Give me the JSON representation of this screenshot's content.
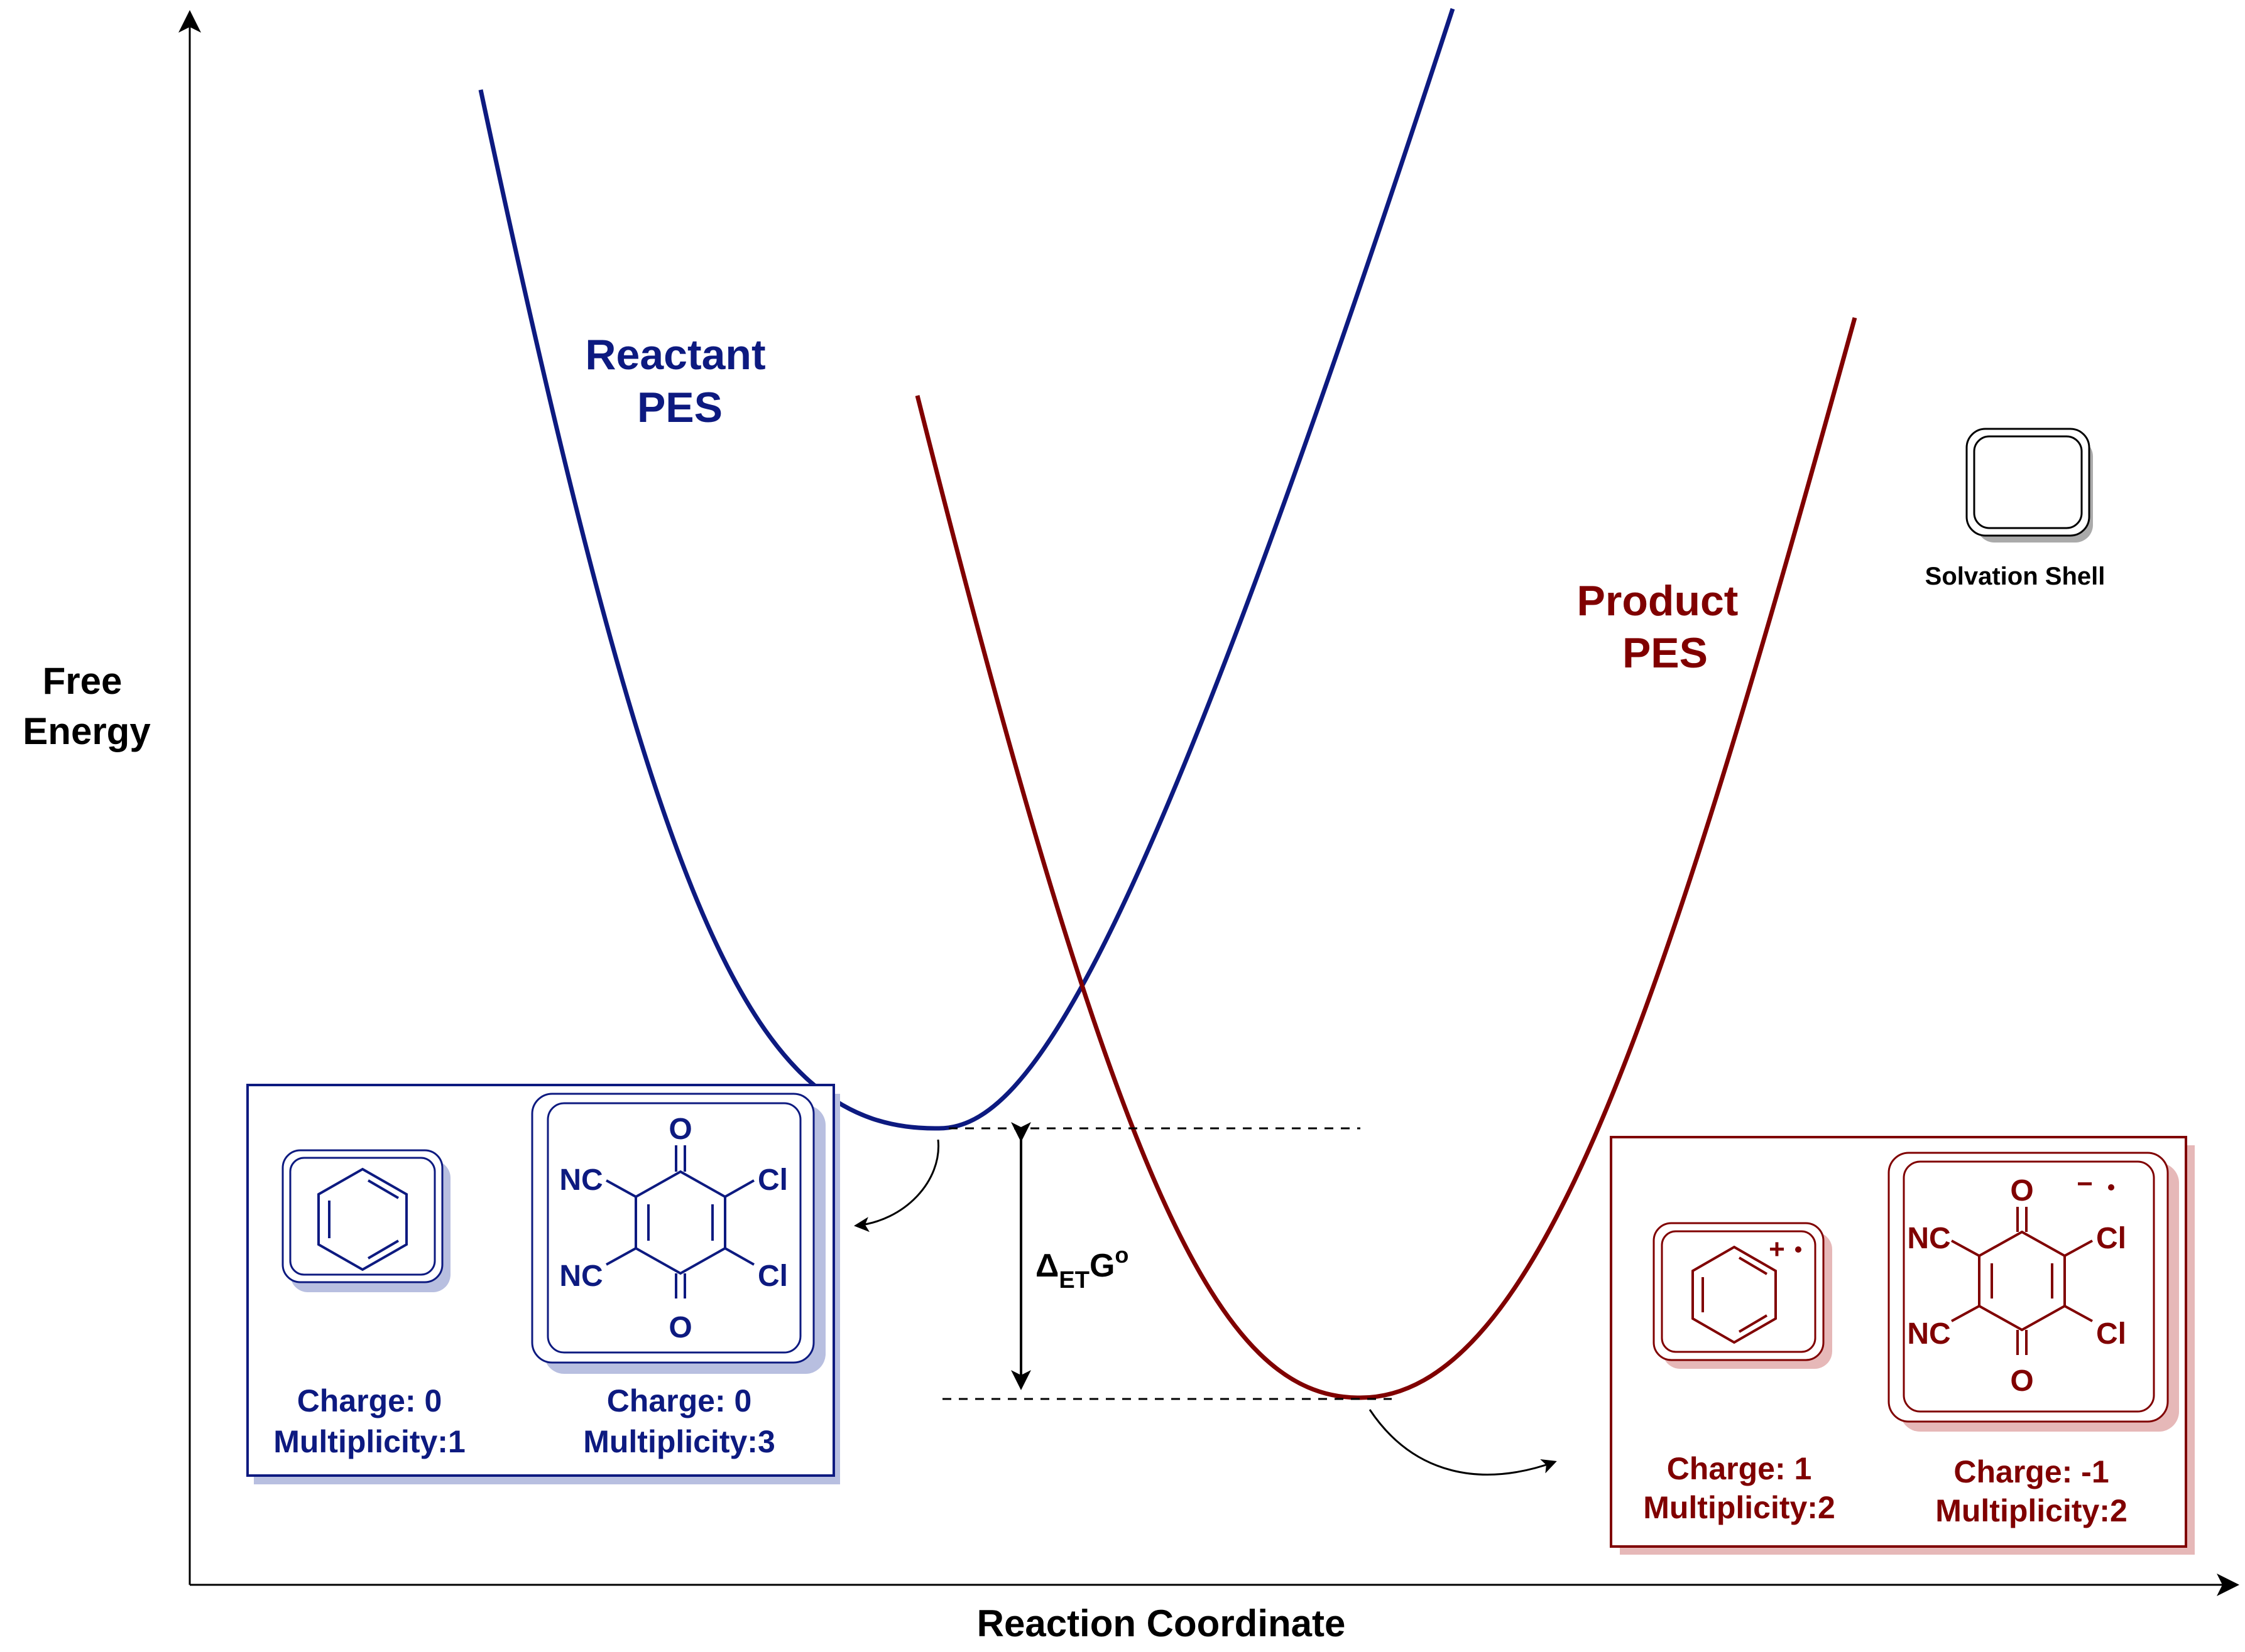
{
  "axes": {
    "y_label_line1": "Free",
    "y_label_line2": "Energy",
    "x_label": "Reaction Coordinate"
  },
  "curves": {
    "reactant_line1": "Reactant",
    "reactant_line2": "PES",
    "product_line1": "Product",
    "product_line2": "PES"
  },
  "energy_gap": {
    "symbol": "Δ",
    "subscript": "ET",
    "letter": "G",
    "superscript": "o"
  },
  "legend": {
    "label": "Solvation Shell"
  },
  "reactant_panel": {
    "benzene": {
      "charge": "Charge: 0",
      "multiplicity": "Multiplicity:1"
    },
    "quinone": {
      "charge": "Charge: 0",
      "multiplicity": "Multiplicity:3"
    },
    "atoms": {
      "o_top": "O",
      "o_bottom": "O",
      "nc_top": "NC",
      "nc_bottom": "NC",
      "cl_top": "Cl",
      "cl_bottom": "Cl"
    }
  },
  "product_panel": {
    "benzene": {
      "charge": "Charge: 1",
      "multiplicity": "Multiplicity:2",
      "sign": "+"
    },
    "quinone": {
      "charge": "Charge: -1",
      "multiplicity": "Multiplicity:2",
      "sign": "−"
    },
    "atoms": {
      "o_top": "O",
      "o_bottom": "O",
      "nc_top": "NC",
      "nc_bottom": "NC",
      "cl_top": "Cl",
      "cl_bottom": "Cl"
    }
  },
  "colors": {
    "reactant": "#0d1a80",
    "product": "#800000",
    "reactant_shadow": "#b8bfe0",
    "product_shadow": "#e6b8b8",
    "neutral_shadow": "#aaaaaa",
    "axis": "#000000"
  }
}
